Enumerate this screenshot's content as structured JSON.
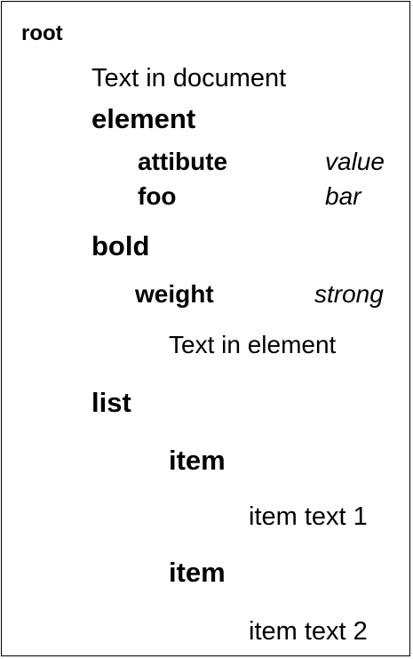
{
  "tree": {
    "root": "root",
    "document_text": "Text in document",
    "element": {
      "name": "element",
      "attributes": [
        {
          "name": "attibute",
          "value": "value"
        },
        {
          "name": "foo",
          "value": "bar"
        }
      ]
    },
    "bold": {
      "name": "bold",
      "attribute": {
        "name": "weight",
        "value": "strong"
      },
      "text": "Text in element"
    },
    "list": {
      "name": "list",
      "items": [
        {
          "name": "item",
          "text": "item text 1"
        },
        {
          "name": "item",
          "text": "item text 2"
        }
      ]
    }
  }
}
